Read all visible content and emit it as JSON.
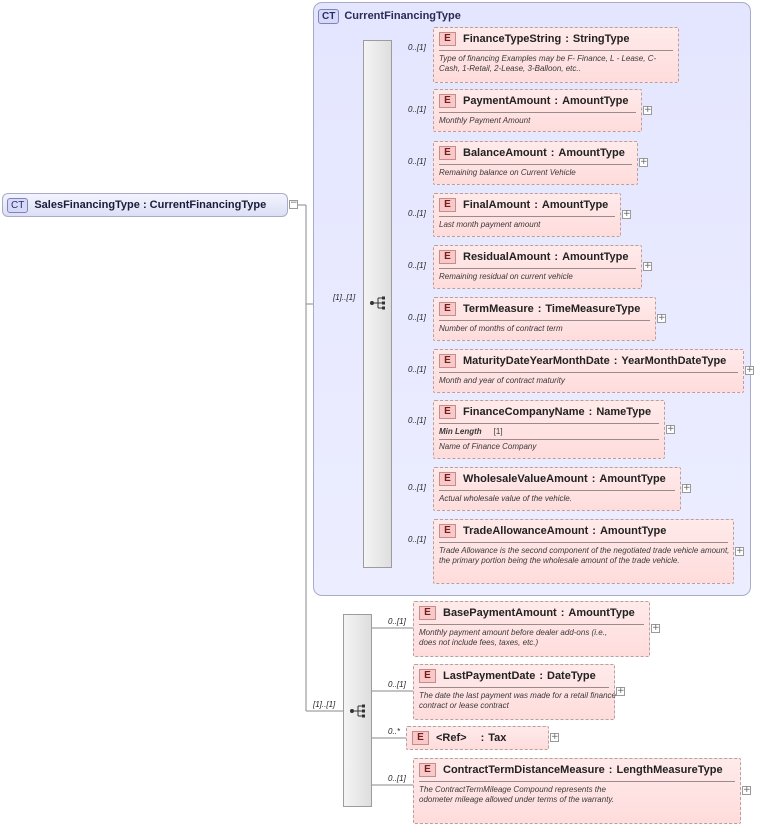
{
  "root": {
    "badge": "CT",
    "label": "SalesFinancingType : CurrentFinancingType"
  },
  "current_financing": {
    "badge": "CT",
    "title": "CurrentFinancingType"
  },
  "sequences": [
    {
      "multiplicity": "[1]..[1]"
    },
    {
      "multiplicity": "[1]..[1]"
    }
  ],
  "elements": [
    {
      "badge": "E",
      "name": "FinanceTypeString",
      "type": "StringType",
      "multiplicity": "0..[1]",
      "doc": "Type of financing Examples may be F- Finance, L - Lease, C-Cash, 1-Retail, 2-Lease, 3-Balloon, etc.."
    },
    {
      "badge": "E",
      "name": "PaymentAmount",
      "type": "AmountType",
      "multiplicity": "0..[1]",
      "doc": "Monthly Payment Amount"
    },
    {
      "badge": "E",
      "name": "BalanceAmount",
      "type": "AmountType",
      "multiplicity": "0..[1]",
      "doc": "Remaining balance on Current Vehicle"
    },
    {
      "badge": "E",
      "name": "FinalAmount",
      "type": "AmountType",
      "multiplicity": "0..[1]",
      "doc": "Last month payment amount"
    },
    {
      "badge": "E",
      "name": "ResidualAmount",
      "type": "AmountType",
      "multiplicity": "0..[1]",
      "doc": "Remaining residual on current vehicle"
    },
    {
      "badge": "E",
      "name": "TermMeasure",
      "type": "TimeMeasureType",
      "multiplicity": "0..[1]",
      "doc": "Number of months of contract term"
    },
    {
      "badge": "E",
      "name": "MaturityDateYearMonthDate",
      "type": "YearMonthDateType",
      "multiplicity": "0..[1]",
      "doc": "Month and year of contract maturity"
    },
    {
      "badge": "E",
      "name": "FinanceCompanyName",
      "type": "NameType",
      "multiplicity": "0..[1]",
      "facet_name": "Min Length",
      "facet_value": "[1]",
      "doc": "Name of Finance Company"
    },
    {
      "badge": "E",
      "name": "WholesaleValueAmount",
      "type": "AmountType",
      "multiplicity": "0..[1]",
      "doc": "Actual wholesale value of the vehicle."
    },
    {
      "badge": "E",
      "name": "TradeAllowanceAmount",
      "type": "AmountType",
      "multiplicity": "0..[1]",
      "doc": "Trade Allowance is the second component of the negotiated trade vehicle amount, the primary portion being the wholesale amount of the trade vehicle."
    },
    {
      "badge": "E",
      "name": "BasePaymentAmount",
      "type": "AmountType",
      "multiplicity": "0..[1]",
      "doc": "Monthly payment amount before dealer add-ons (i.e., does not include fees, taxes, etc.)"
    },
    {
      "badge": "E",
      "name": "LastPaymentDate",
      "type": "DateType",
      "multiplicity": "0..[1]",
      "doc": "The date the last payment was made for a retail finance contract or lease contract"
    },
    {
      "badge": "E",
      "name": "<Ref>",
      "type": "Tax",
      "multiplicity": "0..*",
      "doc": ""
    },
    {
      "badge": "E",
      "name": "ContractTermDistanceMeasure",
      "type": "LengthMeasureType",
      "multiplicity": "0..[1]",
      "doc": "The ContractTermMileage Compound represents the odometer mileage allowed under terms of the warranty."
    }
  ],
  "colors": {
    "ct_fill": "#e4e6ff",
    "element_fill": "#ffe3e3",
    "connector": "#8a8a8a"
  }
}
